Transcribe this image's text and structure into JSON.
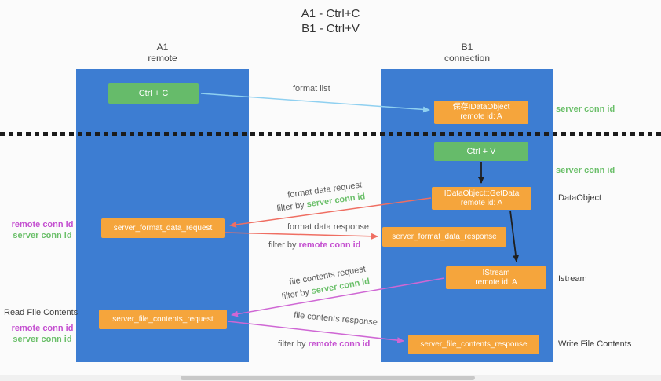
{
  "title": {
    "line1": "A1 - Ctrl+C",
    "line2": "B1 - Ctrl+V"
  },
  "lanes": {
    "left": {
      "name": "A1",
      "role": "remote"
    },
    "right": {
      "name": "B1",
      "role": "connection"
    }
  },
  "boxes": {
    "ctrl_c": {
      "label": "Ctrl + C"
    },
    "save_dataobject": {
      "line1": "保存IDataObject",
      "line2": "remote id: A"
    },
    "ctrl_v": {
      "label": "Ctrl + V"
    },
    "getdata": {
      "line1": "IDataObject::GetData",
      "line2": "remote id: A"
    },
    "format_request": {
      "label": "server_format_data_request"
    },
    "format_response": {
      "label": "server_format_data_response"
    },
    "istream": {
      "line1": "IStream",
      "line2": "remote id: A"
    },
    "file_request": {
      "label": "server_file_contents_request"
    },
    "file_response": {
      "label": "server_file_contents_response"
    }
  },
  "labels": {
    "format_list": "format list",
    "server_conn_id": "server conn id",
    "remote_conn_id": "remote conn id",
    "filter_by": "filter by",
    "dataobject": "DataObject",
    "istream_side": "Istream",
    "format_data_request": "format data request",
    "format_data_response": "format data response",
    "file_contents_request": "file contents request",
    "file_contents_response": "file contents response",
    "read_file_contents": "Read File Contents",
    "write_file_contents": "Write File Contents"
  },
  "colors": {
    "lane_blue": "#3d7dd2",
    "box_green": "#66bb6a",
    "box_orange": "#f5a53c",
    "arrow_blue": "#8fd0f0",
    "arrow_red": "#ef6e62",
    "arrow_magenta": "#cf67d4",
    "arrow_black": "#1f1f1f",
    "text_green": "#6abf69",
    "text_magenta": "#c44fd0"
  }
}
